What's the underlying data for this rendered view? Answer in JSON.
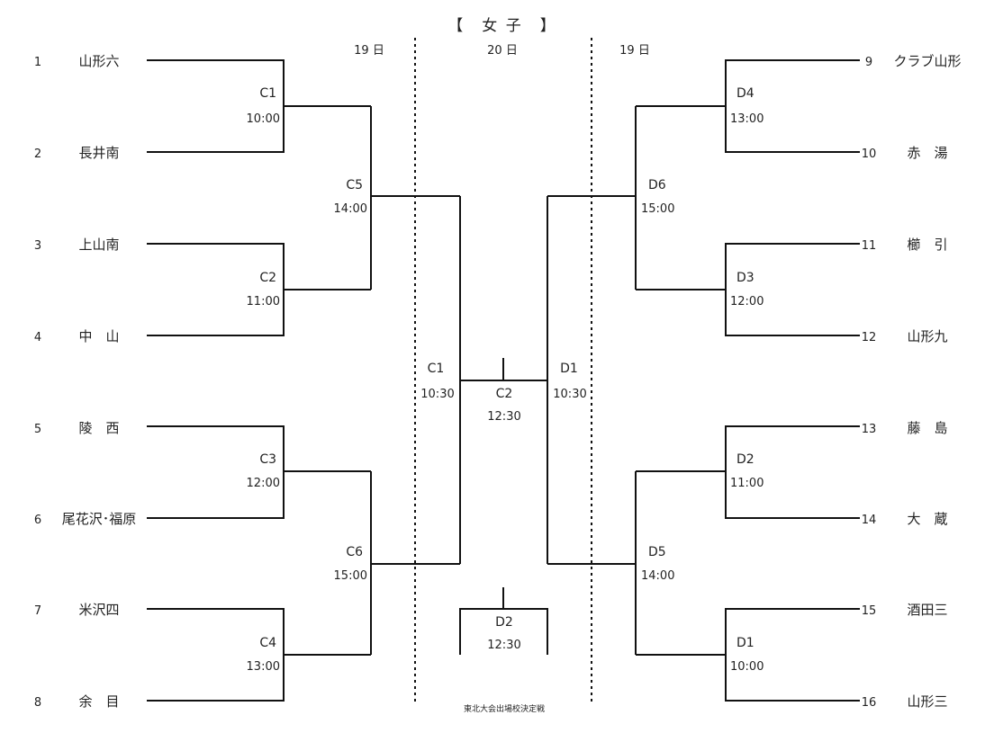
{
  "title": "【　女 子　】",
  "days": {
    "left": "19 日",
    "center": "20 日",
    "right": "19 日"
  },
  "note": "東北大会出場校決定戦",
  "teams_left": [
    {
      "num": "1",
      "name": "山形六"
    },
    {
      "num": "2",
      "name": "長井南"
    },
    {
      "num": "3",
      "name": "上山南"
    },
    {
      "num": "4",
      "name": "中　山"
    },
    {
      "num": "5",
      "name": "陵　西"
    },
    {
      "num": "6",
      "name": "尾花沢･福原"
    },
    {
      "num": "7",
      "name": "米沢四"
    },
    {
      "num": "8",
      "name": "余　目"
    }
  ],
  "teams_right": [
    {
      "num": "9",
      "name": "クラブ山形"
    },
    {
      "num": "10",
      "name": "赤　湯"
    },
    {
      "num": "11",
      "name": "櫛　引"
    },
    {
      "num": "12",
      "name": "山形九"
    },
    {
      "num": "13",
      "name": "藤　島"
    },
    {
      "num": "14",
      "name": "大　蔵"
    },
    {
      "num": "15",
      "name": "酒田三"
    },
    {
      "num": "16",
      "name": "山形三"
    }
  ],
  "matches": {
    "C1": {
      "code": "C1",
      "time": "10:00"
    },
    "C2": {
      "code": "C2",
      "time": "11:00"
    },
    "C3": {
      "code": "C3",
      "time": "12:00"
    },
    "C4": {
      "code": "C4",
      "time": "13:00"
    },
    "C5": {
      "code": "C5",
      "time": "14:00"
    },
    "C6": {
      "code": "C6",
      "time": "15:00"
    },
    "D4": {
      "code": "D4",
      "time": "13:00"
    },
    "D3": {
      "code": "D3",
      "time": "12:00"
    },
    "D2": {
      "code": "D2",
      "time": "11:00"
    },
    "D1": {
      "code": "D1",
      "time": "10:00"
    },
    "D6": {
      "code": "D6",
      "time": "15:00"
    },
    "D5": {
      "code": "D5",
      "time": "14:00"
    },
    "semi_left": {
      "code": "C1",
      "time": "10:30"
    },
    "semi_right": {
      "code": "D1",
      "time": "10:30"
    },
    "final_c2": {
      "code": "C2",
      "time": "12:30"
    },
    "final_d2": {
      "code": "D2",
      "time": "12:30"
    }
  }
}
